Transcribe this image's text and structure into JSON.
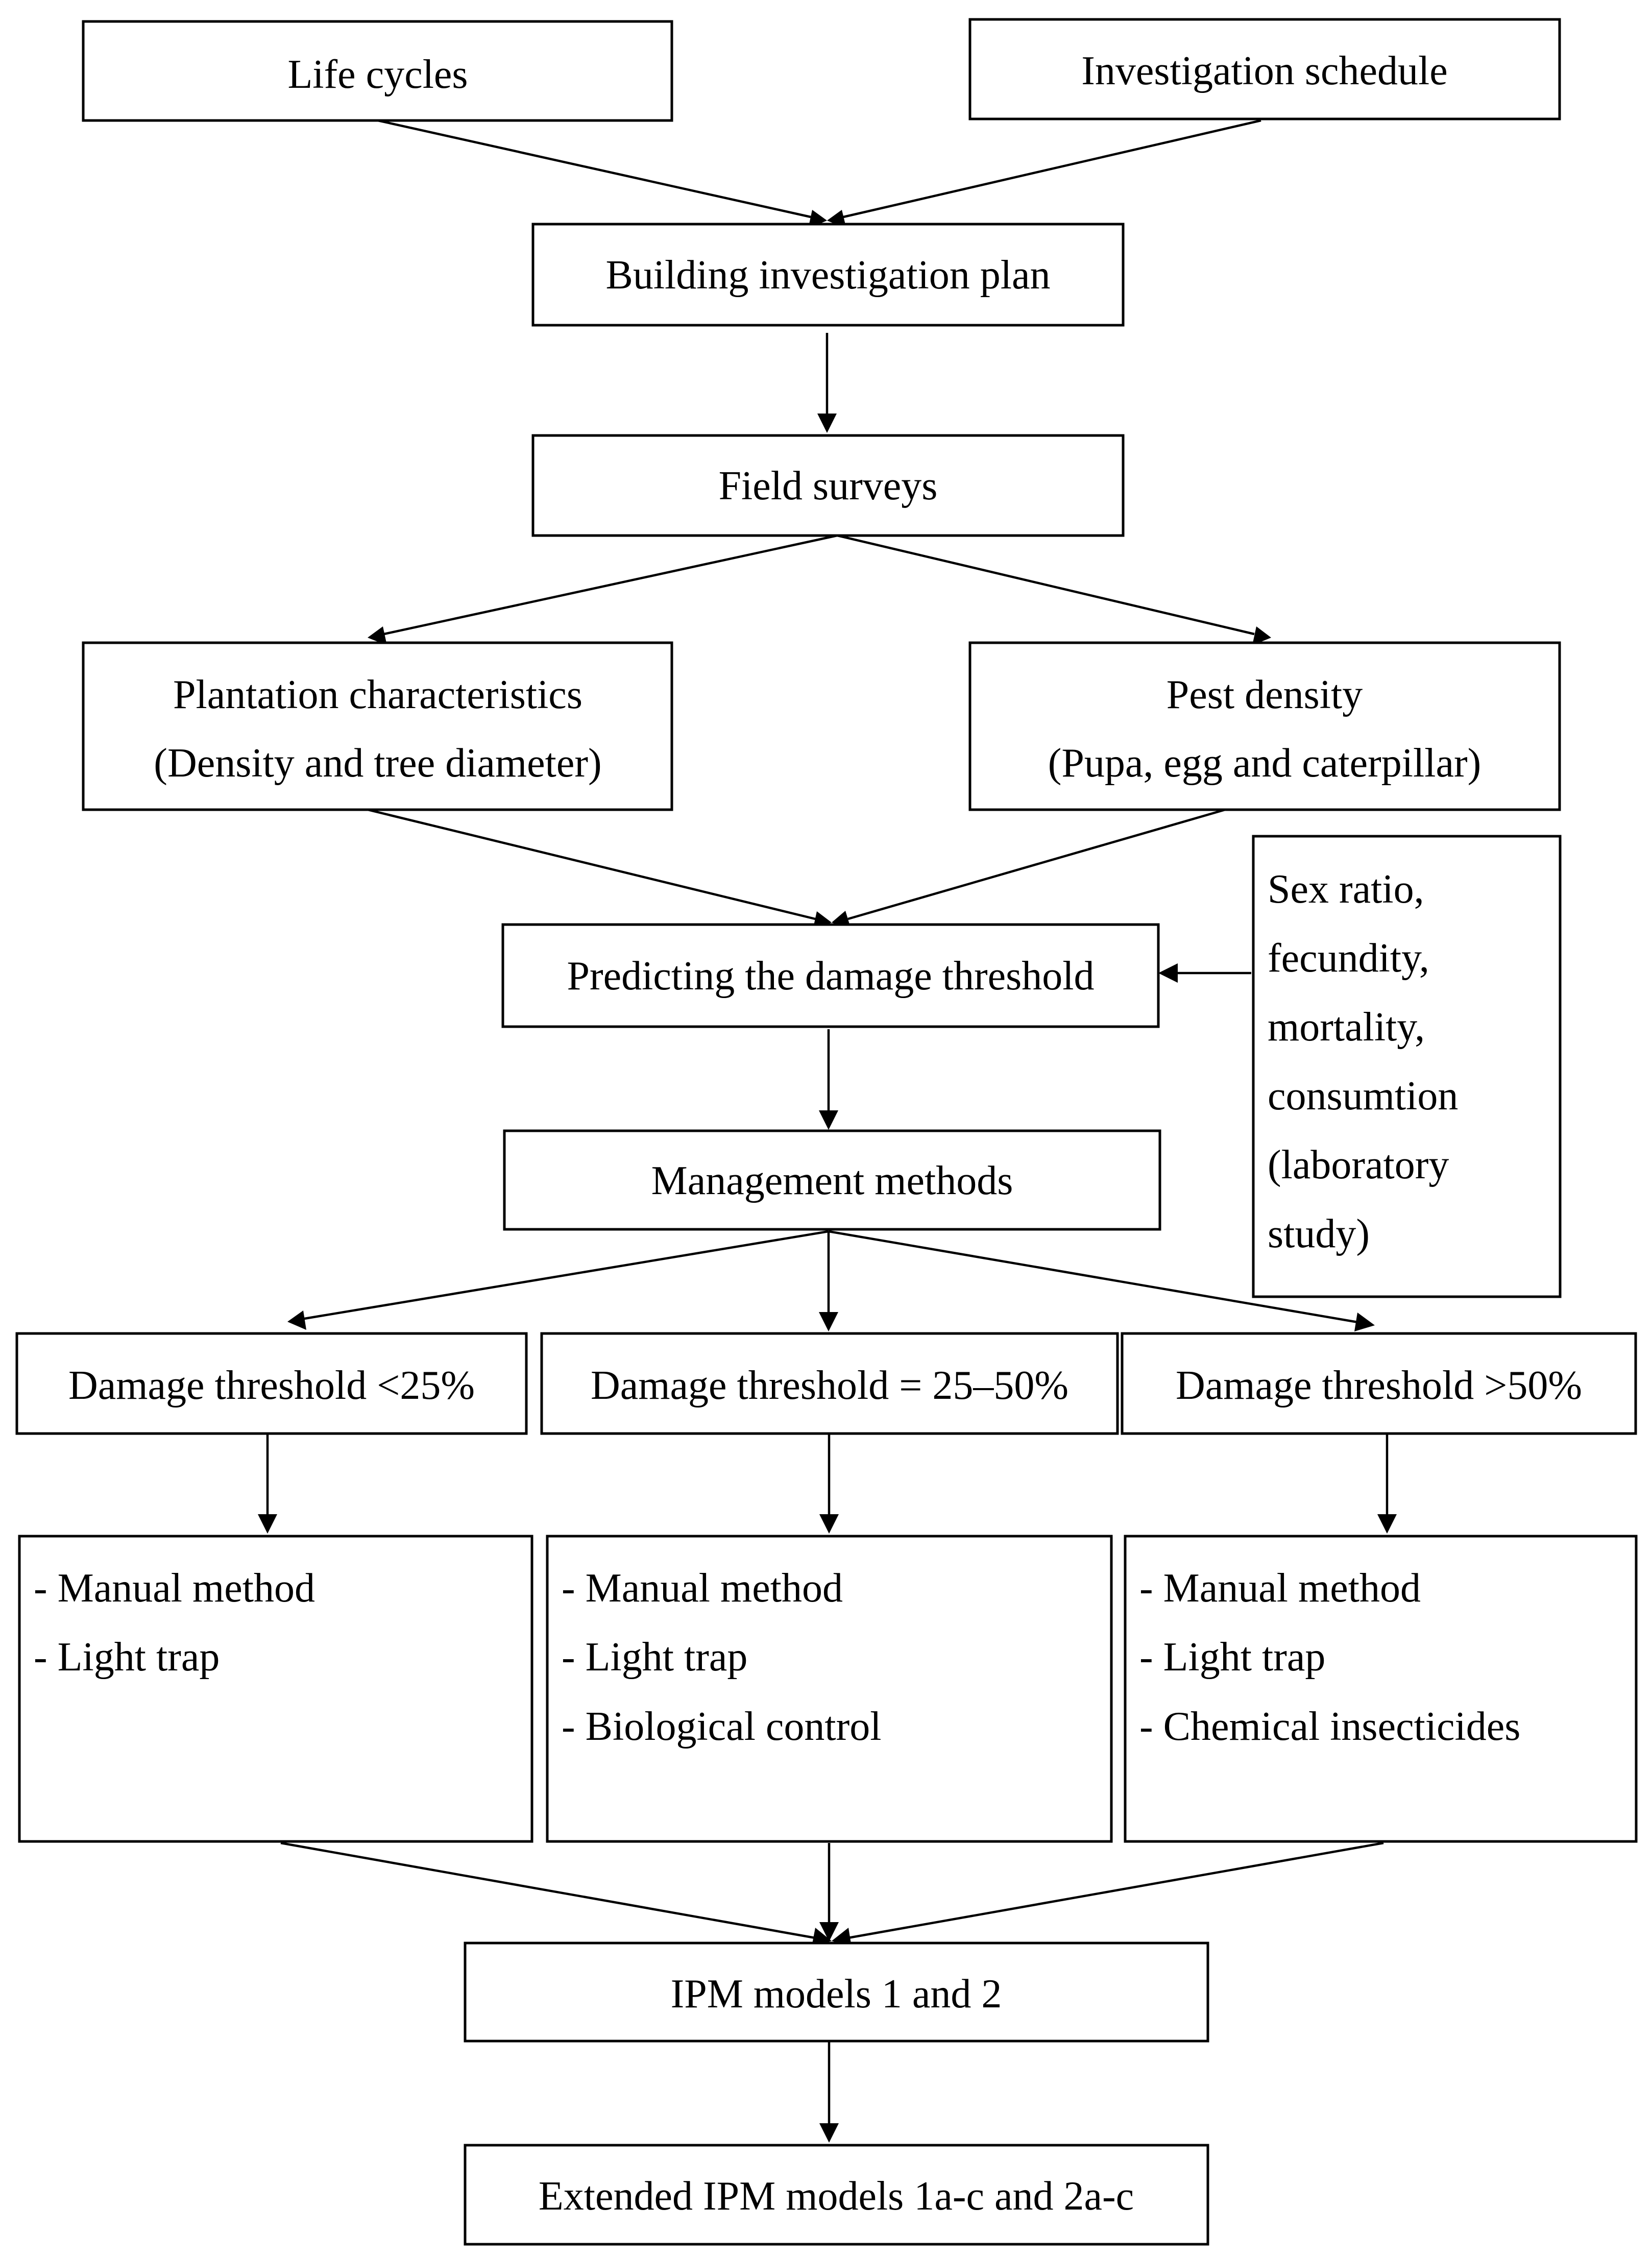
{
  "nodes": {
    "life_cycles": "Life cycles",
    "investigation_schedule": "Investigation schedule",
    "building_plan": "Building investigation plan",
    "field_surveys": "Field surveys",
    "plantation": [
      "Plantation characteristics",
      "(Density and tree diameter)"
    ],
    "pest_density": [
      "Pest density",
      "(Pupa, egg and caterpillar)"
    ],
    "lab_study": [
      "Sex ratio,",
      "fecundity,",
      "mortality,",
      "consumtion",
      "(laboratory",
      "study)"
    ],
    "predicting": "Predicting the damage threshold",
    "management": "Management methods",
    "threshold_low": "Damage threshold <25%",
    "threshold_mid": "Damage threshold = 25–50%",
    "threshold_high": "Damage threshold >50%",
    "methods_low": [
      "- Manual method",
      "- Light trap"
    ],
    "methods_mid": [
      "- Manual method",
      "- Light trap",
      "- Biological control"
    ],
    "methods_high": [
      "- Manual method",
      "- Light trap",
      "- Chemical insecticides"
    ],
    "ipm": "IPM models 1 and 2",
    "extended_ipm": "Extended IPM models 1a-c and 2a-c"
  },
  "colors": {
    "stroke": "#000000",
    "fill": "#ffffff",
    "text": "#000000"
  }
}
